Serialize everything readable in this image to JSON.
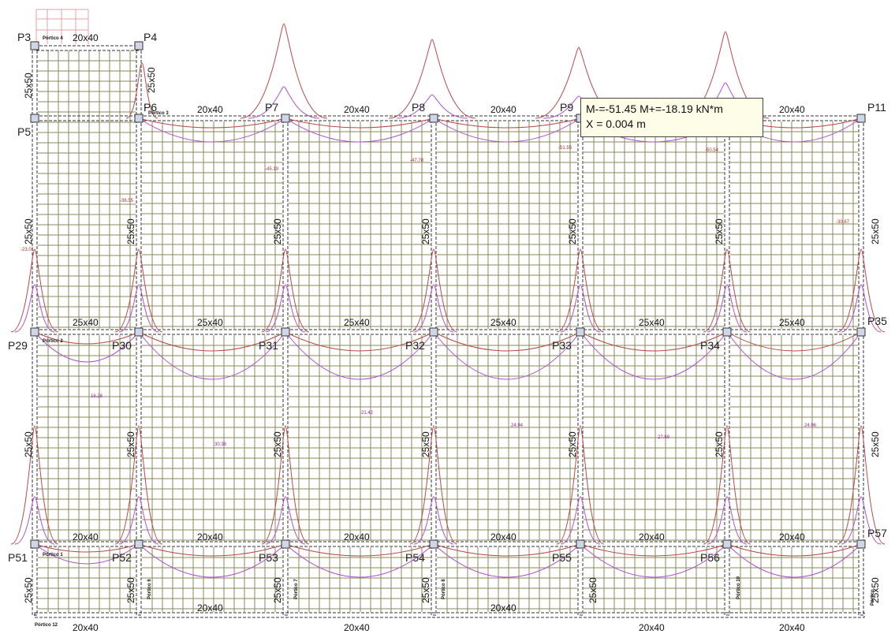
{
  "pillars": [
    {
      "id": "p3",
      "label": "P3"
    },
    {
      "id": "p4",
      "label": "P4"
    },
    {
      "id": "p5",
      "label": "P5"
    },
    {
      "id": "p6",
      "label": "P6"
    },
    {
      "id": "p7",
      "label": "P7"
    },
    {
      "id": "p8",
      "label": "P8"
    },
    {
      "id": "p9",
      "label": "P9"
    },
    {
      "id": "p11",
      "label": "P11"
    },
    {
      "id": "p29",
      "label": "P29"
    },
    {
      "id": "p30",
      "label": "P30"
    },
    {
      "id": "p31",
      "label": "P31"
    },
    {
      "id": "p32",
      "label": "P32"
    },
    {
      "id": "p33",
      "label": "P33"
    },
    {
      "id": "p34",
      "label": "P34"
    },
    {
      "id": "p35",
      "label": "P35"
    },
    {
      "id": "p51",
      "label": "P51"
    },
    {
      "id": "p52",
      "label": "P52"
    },
    {
      "id": "p53",
      "label": "P53"
    },
    {
      "id": "p54",
      "label": "P54"
    },
    {
      "id": "p55",
      "label": "P55"
    },
    {
      "id": "p56",
      "label": "P56"
    },
    {
      "id": "p57",
      "label": "P57"
    }
  ],
  "beam_labels": {
    "b2040": "20x40",
    "b2540": "25x40",
    "b2550": "25x50"
  },
  "frames": {
    "f4": "Pórtico 4",
    "f3": "Pórtico 3",
    "f2": "Pórtico 2",
    "f1": "Pórtico 1",
    "f12": "Pórtico 12",
    "f6": "Pórtico 6",
    "f7": "Pórtico 7",
    "f8": "Pórtico 8",
    "f10": "Pórtico 10",
    "f5": "Pórtico"
  },
  "moment_labels": {
    "neg": [
      "-23.01",
      "-36.55",
      "-45.19",
      "-47.78",
      "-51.55",
      "-50.54",
      "-30.67"
    ],
    "pos": [
      "16.28",
      "30.38",
      "21.42",
      "24.94",
      "27.69",
      "24.96"
    ]
  },
  "tooltip": {
    "line1": "M-=-51.45 M+=-18.19 kN*m",
    "line2": "X = 0.004 m"
  },
  "colors": {
    "negative_moment": "#b84a4a",
    "positive_moment": "#b050d0",
    "grid": "#8a8a5a",
    "tooltip_bg": "#fefde8"
  }
}
